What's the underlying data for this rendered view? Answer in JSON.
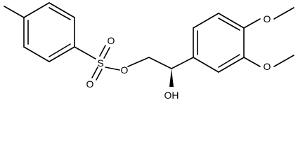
{
  "molecule": {
    "atoms": {
      "sulfur": "S",
      "oxygen_top": "O",
      "oxygen_bottom": "O",
      "oxygen_ester": "O",
      "hydroxyl": "OH",
      "oxygen_methoxy_top": "O",
      "oxygen_methoxy_bottom": "O"
    },
    "bond_color": "#000000"
  }
}
